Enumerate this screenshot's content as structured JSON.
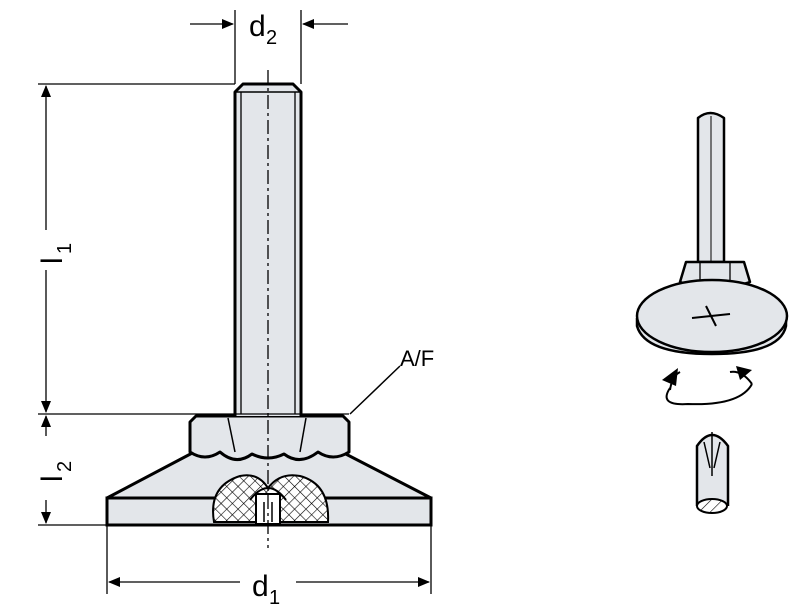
{
  "labels": {
    "d2": {
      "main": "d",
      "sub": "2"
    },
    "l1": {
      "main": "l",
      "sub": "1"
    },
    "l2": {
      "main": "l",
      "sub": "2"
    },
    "d1": {
      "main": "d",
      "sub": "1"
    },
    "af": "A/F"
  },
  "colors": {
    "fill": "#e3e6ea",
    "outline": "#000000",
    "hatch": "#000000",
    "centerline": "#000000"
  },
  "icons": [
    "rotate-arrows-icon",
    "tool-bit-icon"
  ]
}
